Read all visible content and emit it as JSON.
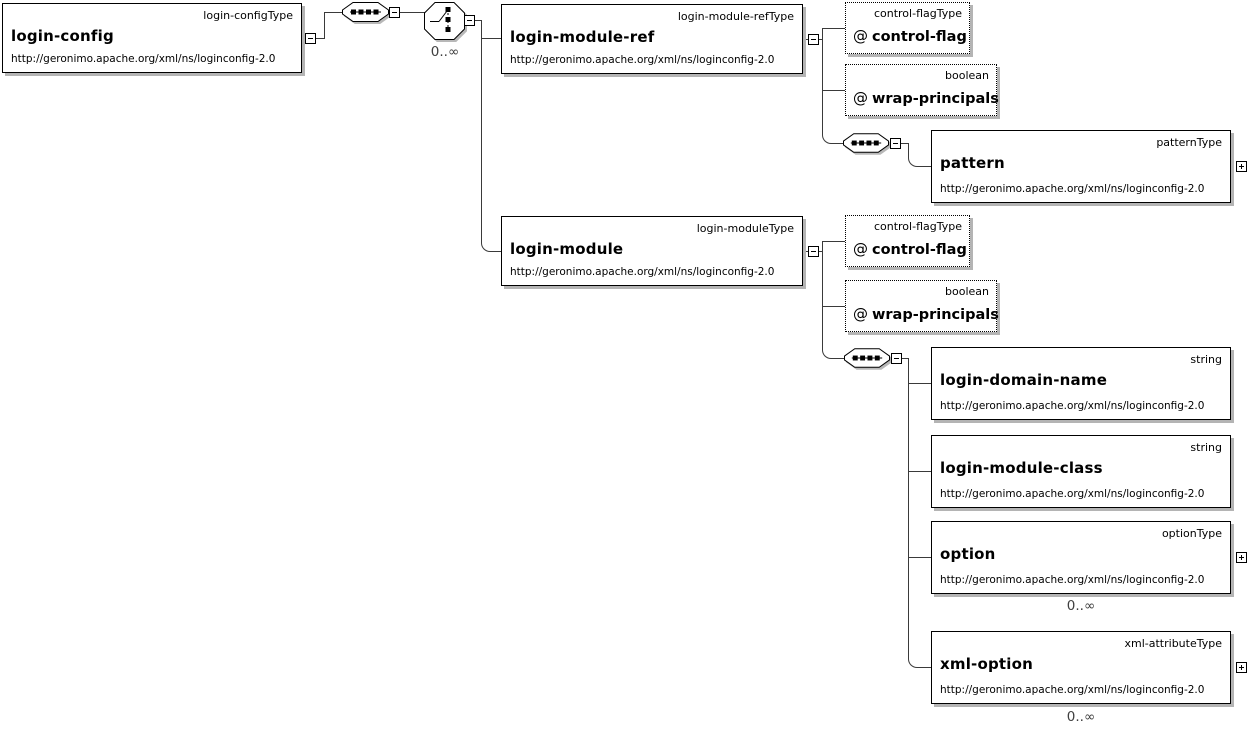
{
  "colors": {
    "background": "#ffffff",
    "box_border": "#000000",
    "box_shadow": "#b4b4b4",
    "connector_line": "#3a3a3a",
    "text": "#000000"
  },
  "elements": {
    "login_config": {
      "label": "login-config",
      "type": "login-configType",
      "ns": "http://geronimo.apache.org/xml/ns/loginconfig-2.0"
    },
    "login_module_ref": {
      "label": "login-module-ref",
      "type": "login-module-refType",
      "ns": "http://geronimo.apache.org/xml/ns/loginconfig-2.0"
    },
    "login_module": {
      "label": "login-module",
      "type": "login-moduleType",
      "ns": "http://geronimo.apache.org/xml/ns/loginconfig-2.0"
    },
    "pattern": {
      "label": "pattern",
      "type": "patternType",
      "ns": "http://geronimo.apache.org/xml/ns/loginconfig-2.0"
    },
    "login_domain_name": {
      "label": "login-domain-name",
      "type": "string",
      "ns": "http://geronimo.apache.org/xml/ns/loginconfig-2.0"
    },
    "login_module_class": {
      "label": "login-module-class",
      "type": "string",
      "ns": "http://geronimo.apache.org/xml/ns/loginconfig-2.0"
    },
    "option": {
      "label": "option",
      "type": "optionType",
      "ns": "http://geronimo.apache.org/xml/ns/loginconfig-2.0",
      "cardinality": "0..∞"
    },
    "xml_option": {
      "label": "xml-option",
      "type": "xml-attributeType",
      "ns": "http://geronimo.apache.org/xml/ns/loginconfig-2.0",
      "cardinality": "0..∞"
    }
  },
  "attributes": {
    "ref_control_flag": {
      "prefix": "@",
      "label": "control-flag",
      "type": "control-flagType"
    },
    "ref_wrap_principals": {
      "prefix": "@",
      "label": "wrap-principals",
      "type": "boolean"
    },
    "module_control_flag": {
      "prefix": "@",
      "label": "control-flag",
      "type": "control-flagType"
    },
    "module_wrap_principals": {
      "prefix": "@",
      "label": "wrap-principals",
      "type": "boolean"
    }
  },
  "compositors": {
    "choice_cardinality": "0..∞"
  }
}
